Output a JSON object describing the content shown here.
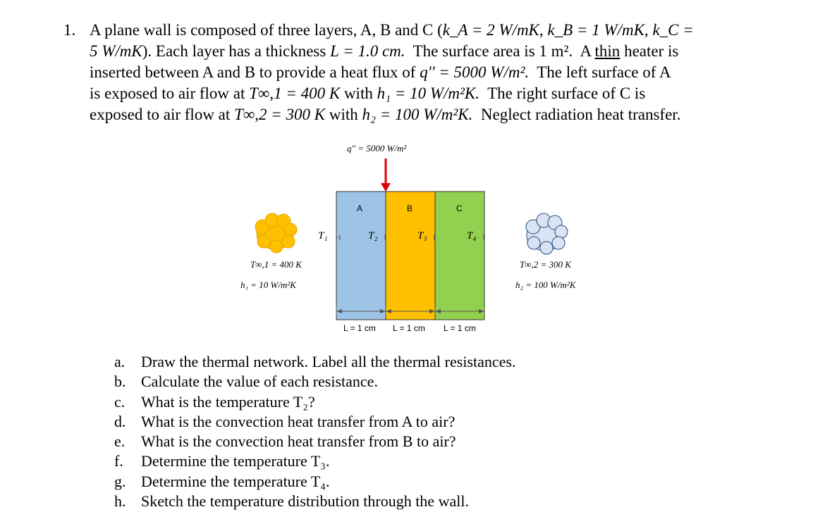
{
  "problem": {
    "number": "1.",
    "lines": [
      "A plane wall is composed of three layers, A, B and C (",
      "). Each layer has a thickness ",
      "inserted between A and B to provide a heat flux of ",
      "is exposed to air flow at ",
      "exposed to air flow at "
    ],
    "k_A": "k_A = 2 W/mK,",
    "k_B": "k_B = 1 W/mK,",
    "k_C": "k_C =",
    "k_C_value": "5 W/mK",
    "thickness": "L = 1.0 cm.",
    "area_text": "The surface area is 1 m².",
    "thin_a": "A",
    "thin": "thin",
    "heater_text": "heater is",
    "flux": "q'' = 5000 W/m².",
    "left_text": "The left surface of A",
    "T_inf1": "T∞,1 = 400 K",
    "with": "with",
    "h1": "h₁ = 10 W/m²K.",
    "right_text": "The right surface of C is",
    "T_inf2": "T∞,2 = 300 K",
    "h2": "h₂ = 100 W/m²K.",
    "neglect": "Neglect radiation heat transfer."
  },
  "diagram": {
    "flux_label": "q'' = 5000 W/m²",
    "layers": [
      {
        "name": "A",
        "color": "#9dc3e6"
      },
      {
        "name": "B",
        "color": "#ffc000"
      },
      {
        "name": "C",
        "color": "#92d050"
      }
    ],
    "temps": [
      "T₁",
      "T₂",
      "T₃",
      "T₄"
    ],
    "left_air": {
      "T": "T∞,1 = 400 K",
      "h": "h₁ = 10 W/m²K",
      "color": "#ffc000"
    },
    "right_air": {
      "T": "T∞,2 = 300 K",
      "h": "h₂ = 100 W/m²K",
      "color": "#dae3f3"
    },
    "dims": [
      "L = 1 cm",
      "L = 1 cm",
      "L = 1 cm"
    ],
    "arrow_color": "#e00000"
  },
  "parts": [
    {
      "letter": "a.",
      "text": "Draw the thermal network. Label all the thermal resistances."
    },
    {
      "letter": "b.",
      "text": "Calculate the value of each resistance."
    },
    {
      "letter": "c.",
      "text": "What is the temperature T₂?"
    },
    {
      "letter": "d.",
      "text": "What is the convection heat transfer from A to air?"
    },
    {
      "letter": "e.",
      "text": "What is the convection heat transfer from B to air?"
    },
    {
      "letter": "f.",
      "text": "Determine the temperature T₃."
    },
    {
      "letter": "g.",
      "text": "Determine the temperature T₄."
    },
    {
      "letter": "h.",
      "text": "Sketch the temperature distribution through the wall."
    }
  ]
}
